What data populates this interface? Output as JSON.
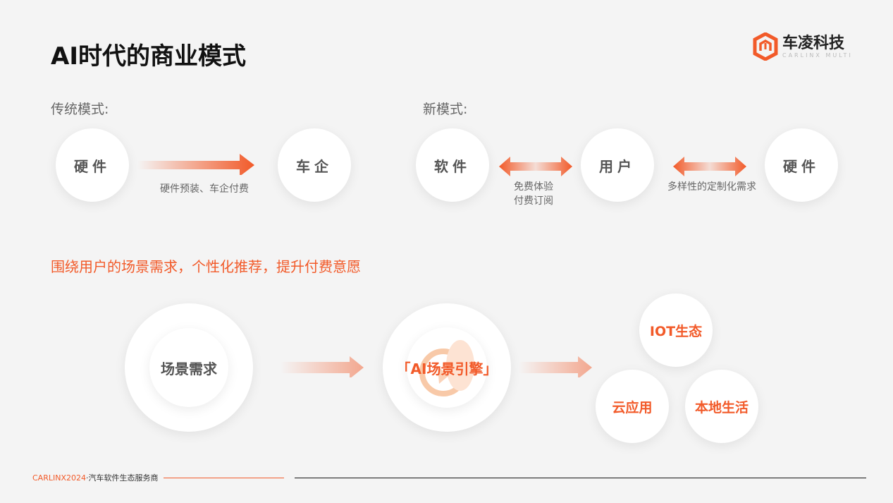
{
  "title": "AI时代的商业模式",
  "logo": {
    "name": "车凌科技",
    "tagline": "CARLINX MULTI",
    "color": "#f25a29"
  },
  "traditional": {
    "heading": "传统模式:",
    "from": "硬件",
    "to": "车企",
    "arrow_label": "硬件预装、车企付费"
  },
  "new_mode": {
    "heading": "新模式:",
    "nodes": [
      "软件",
      "用户",
      "硬件"
    ],
    "label1_line1": "免费体验",
    "label1_line2": "付费订阅",
    "label2": "多样性的定制化需求"
  },
  "slogan": "围绕用户的场景需求，个性化推荐，提升付费意愿",
  "flow": {
    "scene": "场景需求",
    "engine": "「AI场景引擎」",
    "outputs": [
      "IOT生态",
      "云应用",
      "本地生活"
    ]
  },
  "footer": {
    "brand": "CARLINX2024",
    "text": "·汽车软件生态服务商"
  }
}
